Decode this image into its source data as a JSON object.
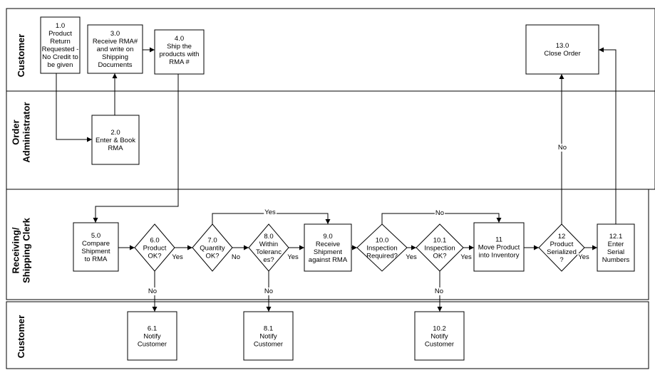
{
  "lanes": [
    {
      "id": "customer-top",
      "title": [
        "Customer"
      ]
    },
    {
      "id": "order-admin",
      "title": [
        "Order",
        "Administrator"
      ]
    },
    {
      "id": "receiving",
      "title": [
        "Receiving/",
        "Shipping Clerk"
      ]
    },
    {
      "id": "customer-bottom",
      "title": [
        "Customer"
      ]
    }
  ],
  "nodes": [
    {
      "id": "n1_0",
      "shape": "rect",
      "lines": [
        "1.0",
        "Product",
        "Return",
        "Requested -",
        "No Credit to",
        "be given"
      ]
    },
    {
      "id": "n3_0",
      "shape": "rect",
      "lines": [
        "3.0",
        "Receive RMA#",
        "and write on",
        "Shipping",
        "Documents"
      ]
    },
    {
      "id": "n4_0",
      "shape": "rect",
      "lines": [
        "4.0",
        "Ship the",
        "products with",
        "RMA #"
      ]
    },
    {
      "id": "n13_0",
      "shape": "rect",
      "lines": [
        "13.0",
        "Close Order"
      ]
    },
    {
      "id": "n2_0",
      "shape": "rect",
      "lines": [
        "2.0",
        "Enter & Book",
        "RMA"
      ]
    },
    {
      "id": "n5_0",
      "shape": "rect",
      "lines": [
        "5.0",
        "Compare",
        "Shipment",
        "to RMA"
      ]
    },
    {
      "id": "n6_0",
      "shape": "diamond",
      "lines": [
        "6.0",
        "Product",
        "OK?"
      ]
    },
    {
      "id": "n7_0",
      "shape": "diamond",
      "lines": [
        "7.0",
        "Quantity",
        "OK?"
      ]
    },
    {
      "id": "n8_0",
      "shape": "diamond",
      "lines": [
        "8.0",
        "Within",
        "Toleranc",
        "es?"
      ]
    },
    {
      "id": "n9_0",
      "shape": "rect",
      "lines": [
        "9.0",
        "Receive",
        "Shipment",
        "against RMA"
      ]
    },
    {
      "id": "n10_0",
      "shape": "diamond",
      "lines": [
        "10.0",
        "Inspection",
        "Required?"
      ]
    },
    {
      "id": "n10_1",
      "shape": "diamond",
      "lines": [
        "10.1",
        "Inspection",
        "OK?"
      ]
    },
    {
      "id": "n11",
      "shape": "rect",
      "lines": [
        "11",
        "Move Product",
        "into Inventory"
      ]
    },
    {
      "id": "n12",
      "shape": "diamond",
      "lines": [
        "12",
        "Product",
        "Serialized",
        "?"
      ]
    },
    {
      "id": "n12_1",
      "shape": "rect",
      "lines": [
        "12.1",
        "Enter",
        "Serial",
        "Numbers"
      ]
    },
    {
      "id": "n6_1",
      "shape": "rect",
      "lines": [
        "6.1",
        "Notify",
        "Customer"
      ]
    },
    {
      "id": "n8_1",
      "shape": "rect",
      "lines": [
        "8.1",
        "Notify",
        "Customer"
      ]
    },
    {
      "id": "n10_2",
      "shape": "rect",
      "lines": [
        "10.2",
        "Notify",
        "Customer"
      ]
    }
  ],
  "edges": [
    {
      "from": "n1_0",
      "to": "n2_0",
      "label": ""
    },
    {
      "from": "n2_0",
      "to": "n3_0",
      "label": ""
    },
    {
      "from": "n3_0",
      "to": "n4_0",
      "label": ""
    },
    {
      "from": "n4_0",
      "to": "n5_0",
      "label": ""
    },
    {
      "from": "n5_0",
      "to": "n6_0",
      "label": ""
    },
    {
      "from": "n6_0",
      "to": "n7_0",
      "label": "Yes"
    },
    {
      "from": "n6_0",
      "to": "n6_1",
      "label": "No"
    },
    {
      "from": "n7_0",
      "to": "n8_0",
      "label": "No"
    },
    {
      "from": "n7_0",
      "to": "n9_0",
      "label": "Yes"
    },
    {
      "from": "n8_0",
      "to": "n9_0",
      "label": "Yes"
    },
    {
      "from": "n8_0",
      "to": "n8_1",
      "label": "No"
    },
    {
      "from": "n9_0",
      "to": "n10_0",
      "label": ""
    },
    {
      "from": "n10_0",
      "to": "n10_1",
      "label": "Yes"
    },
    {
      "from": "n10_0",
      "to": "n11",
      "label": "No"
    },
    {
      "from": "n10_1",
      "to": "n11",
      "label": "Yes"
    },
    {
      "from": "n10_1",
      "to": "n10_2",
      "label": "No"
    },
    {
      "from": "n11",
      "to": "n12",
      "label": ""
    },
    {
      "from": "n12",
      "to": "n12_1",
      "label": "Yes"
    },
    {
      "from": "n12",
      "to": "n13_0",
      "label": "No"
    },
    {
      "from": "n12_1",
      "to": "n13_0",
      "label": ""
    }
  ]
}
